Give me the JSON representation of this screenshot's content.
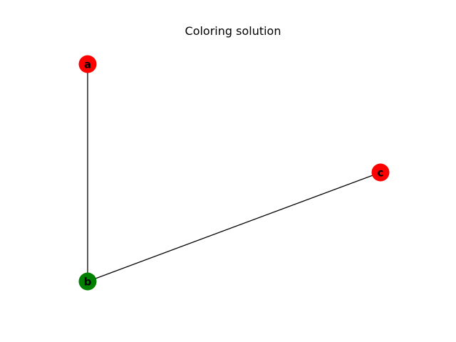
{
  "title": "Coloring solution",
  "colors": {
    "red": "#ff0000",
    "green": "#008000",
    "edge": "#000000"
  },
  "nodes": [
    {
      "id": "a",
      "label": "a",
      "color": "#ff0000"
    },
    {
      "id": "b",
      "label": "b",
      "color": "#008000"
    },
    {
      "id": "c",
      "label": "c",
      "color": "#ff0000"
    }
  ],
  "edges": [
    {
      "from": "a",
      "to": "b"
    },
    {
      "from": "b",
      "to": "c"
    }
  ]
}
